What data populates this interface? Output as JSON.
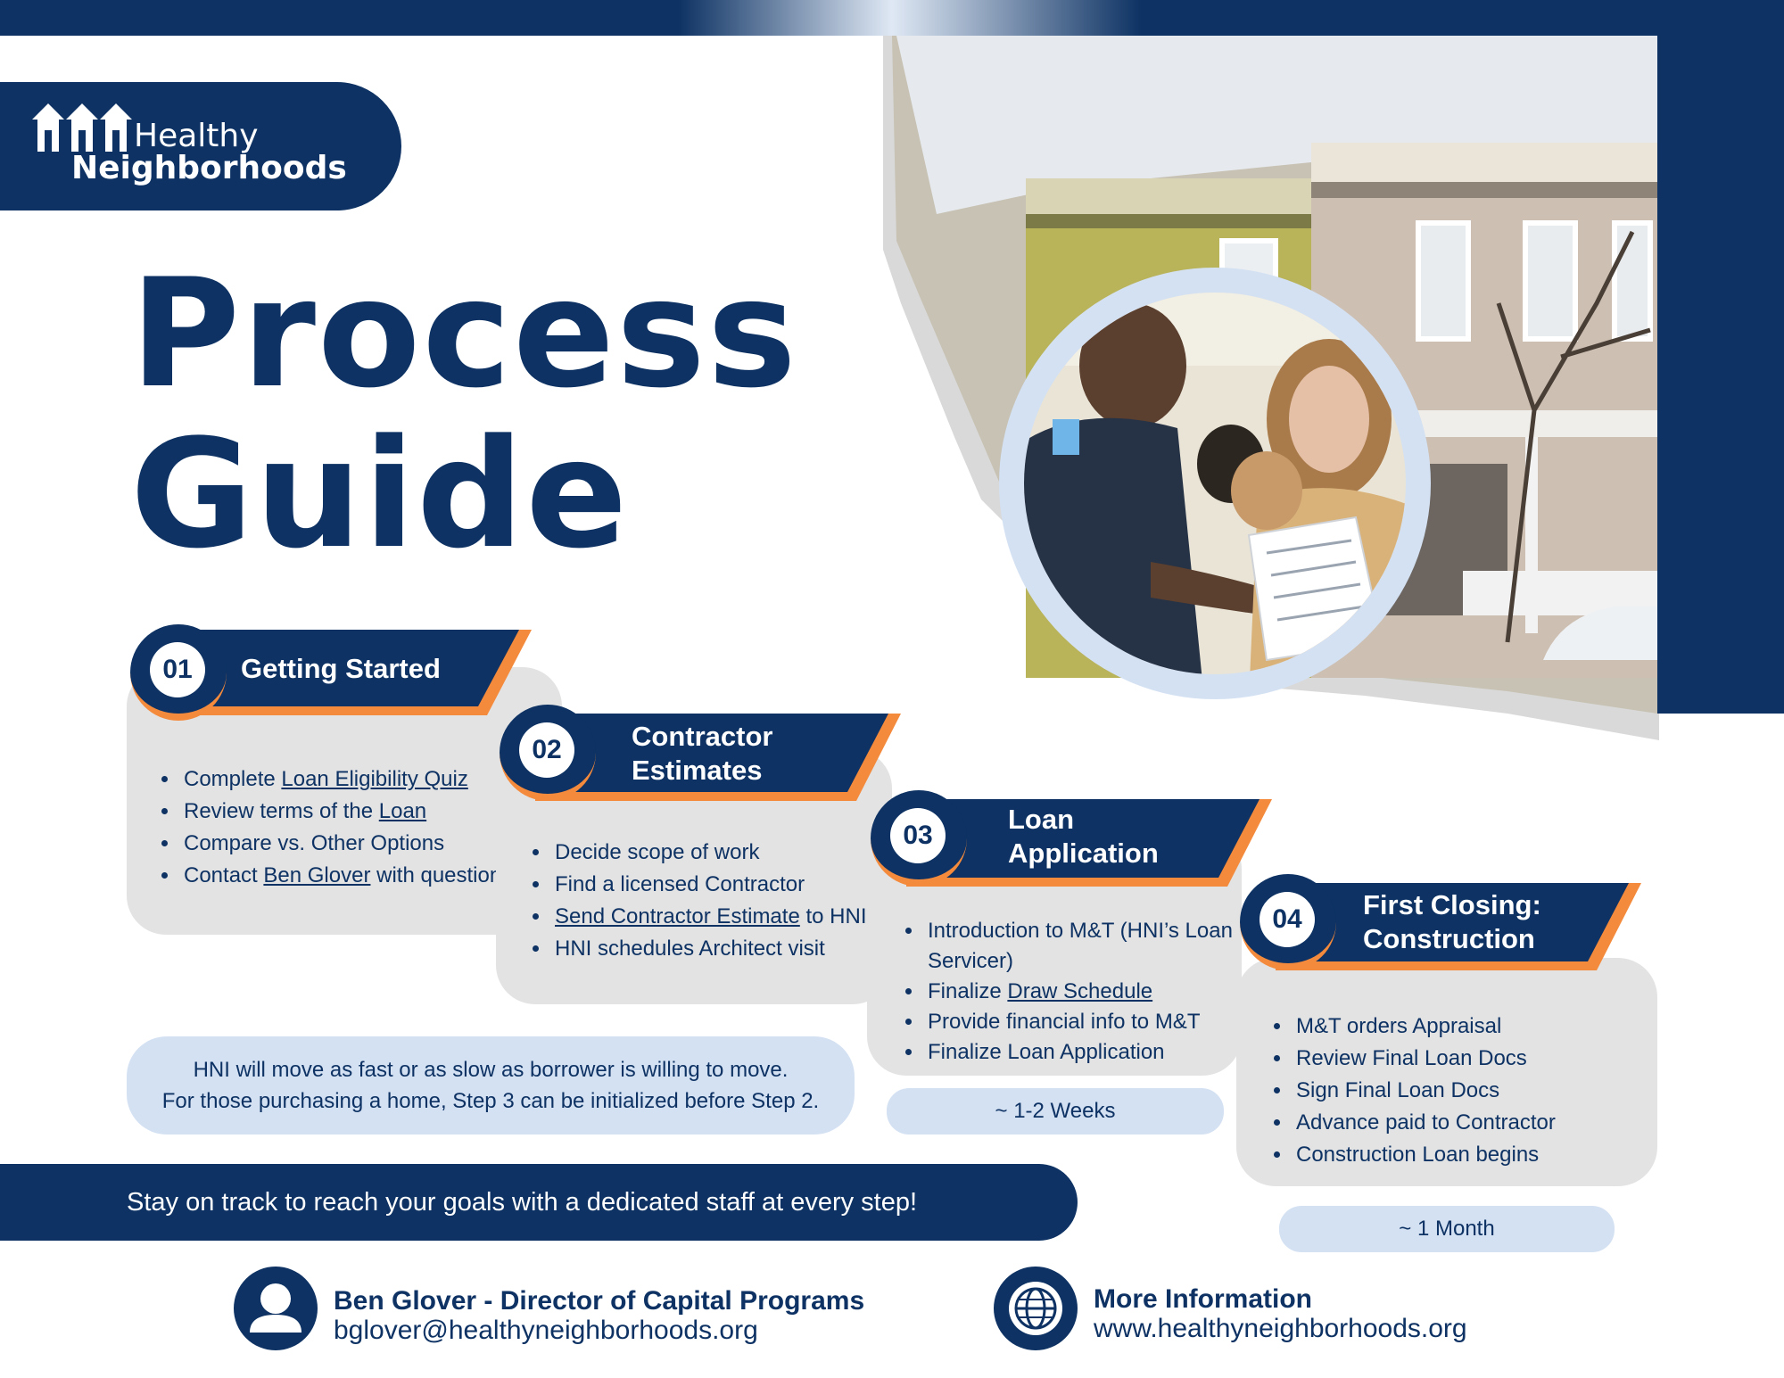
{
  "brand": {
    "name_line1": "Healthy",
    "name_line2": "Neighborhoods",
    "navy": "#0d3263",
    "orange": "#f48a3c",
    "light_blue": "#d4e1f3",
    "card_gray": "#e3e3e3"
  },
  "title": {
    "line1": "Process",
    "line2": "Guide"
  },
  "steps": [
    {
      "num": "01",
      "title_line1": "Getting Started",
      "title_line2": "",
      "items": [
        {
          "pre": "Complete ",
          "link": "Loan Eligibility Quiz ",
          "post": ""
        },
        {
          "pre": "Review terms of the ",
          "link": "Loan",
          "post": ""
        },
        {
          "pre": "Compare vs. Other Options",
          "link": "",
          "post": ""
        },
        {
          "pre": "Contact ",
          "link": "Ben Glover",
          "post": " with questions"
        }
      ]
    },
    {
      "num": "02",
      "title_line1": "Contractor",
      "title_line2": "Estimates",
      "items": [
        {
          "pre": "Decide scope of work",
          "link": "",
          "post": ""
        },
        {
          "pre": "Find a licensed Contractor",
          "link": "",
          "post": ""
        },
        {
          "pre": "",
          "link": "Send Contractor Estimate",
          "post": " to HNI"
        },
        {
          "pre": "HNI schedules Architect visit",
          "link": "",
          "post": ""
        }
      ]
    },
    {
      "num": "03",
      "title_line1": "Loan",
      "title_line2": "Application",
      "items": [
        {
          "pre": "Introduction to M&T (HNI’s Loan Servicer)",
          "link": "",
          "post": ""
        },
        {
          "pre": "Finalize ",
          "link": "Draw Schedule",
          "post": ""
        },
        {
          "pre": "Provide financial info to M&T",
          "link": "",
          "post": ""
        },
        {
          "pre": "Finalize Loan Application",
          "link": "",
          "post": ""
        }
      ],
      "duration": "~ 1-2 Weeks"
    },
    {
      "num": "04",
      "title_line1": "First Closing:",
      "title_line2": "Construction",
      "items": [
        {
          "pre": "M&T orders Appraisal",
          "link": "",
          "post": ""
        },
        {
          "pre": "Review Final Loan Docs",
          "link": "",
          "post": ""
        },
        {
          "pre": "Sign Final Loan Docs",
          "link": "",
          "post": ""
        },
        {
          "pre": "Advance paid to Contractor",
          "link": "",
          "post": ""
        },
        {
          "pre": "Construction Loan begins",
          "link": "",
          "post": ""
        }
      ],
      "duration": "~ 1 Month"
    }
  ],
  "note": {
    "line1": "HNI will move as fast or as slow as borrower is willing to move.",
    "line2": "For those purchasing a home, Step 3 can be initialized before Step 2."
  },
  "tagline": "Stay on track to reach your goals with a dedicated staff at every step!",
  "contact": {
    "name": "Ben Glover - Director of Capital Programs",
    "email": "bglover@healthyneighborhoods.org",
    "icon": "person-icon"
  },
  "more_info": {
    "title": "More Information",
    "url": "www.healthyneighborhoods.org",
    "icon": "globe-icon"
  }
}
